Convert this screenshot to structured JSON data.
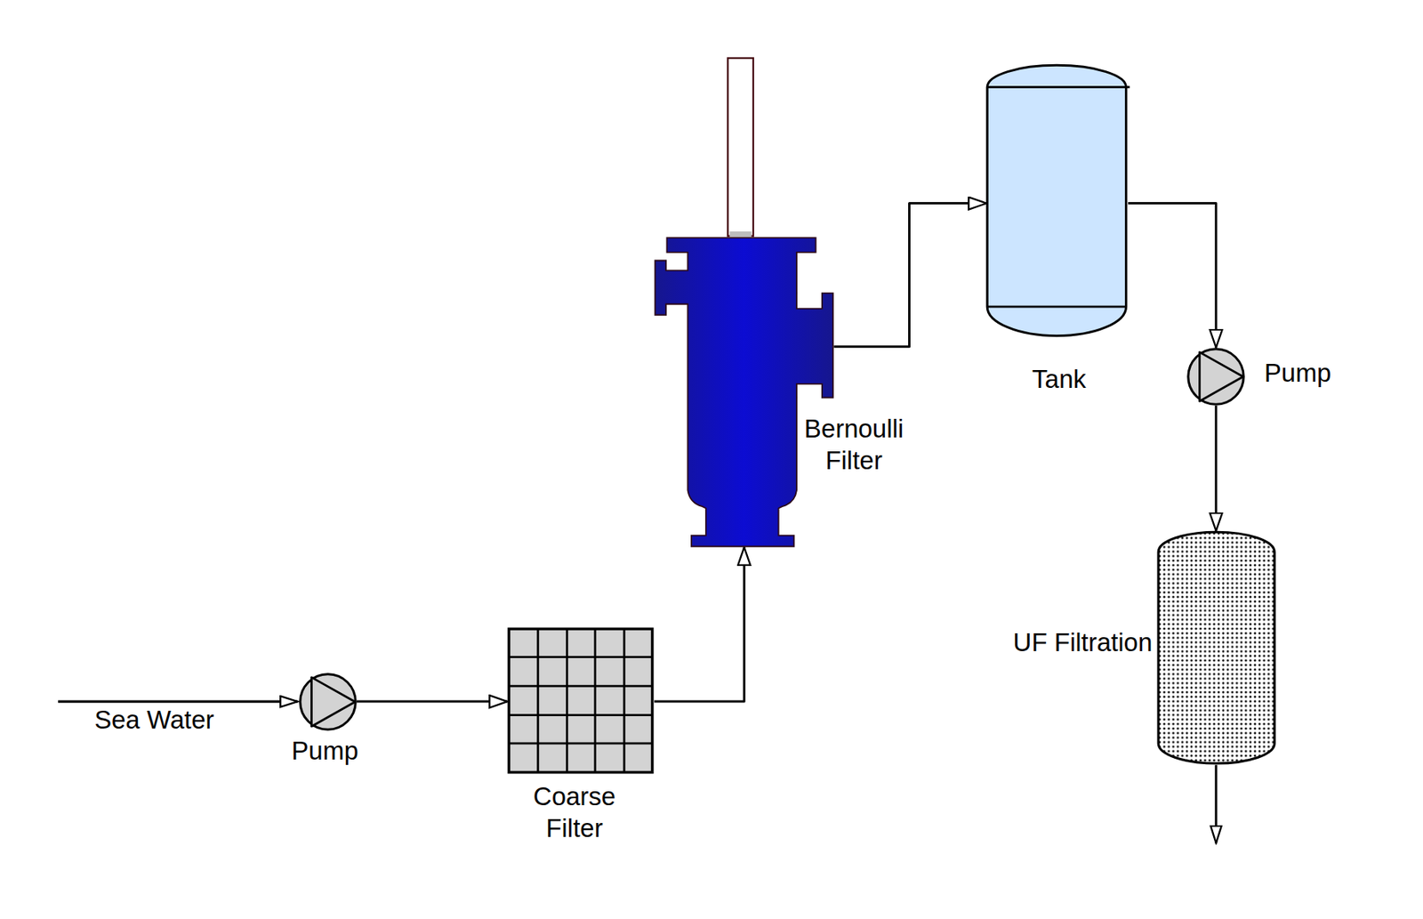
{
  "diagram": {
    "nodes": [
      {
        "text": [
          "Pump"
        ]
      },
      {
        "text": [
          "Coarse Filter"
        ]
      },
      {
        "text": [
          "Bernoulli Filter"
        ]
      },
      {
        "text": [
          "Tank"
        ]
      },
      {
        "text": [
          "Pump"
        ]
      },
      {
        "text": [
          "UF Filtration"
        ]
      }
    ],
    "edges": [
      {
        "from": 0,
        "to": 1,
        "arrow": "to"
      },
      {
        "from": 1,
        "to": 2,
        "arrow": "to"
      },
      {
        "from": 2,
        "to": 3,
        "arrow": "to"
      },
      {
        "from": 3,
        "to": 4,
        "arrow": "to"
      },
      {
        "from": 4,
        "to": 5,
        "arrow": "to"
      }
    ],
    "labels": [
      "Sea Water"
    ]
  }
}
